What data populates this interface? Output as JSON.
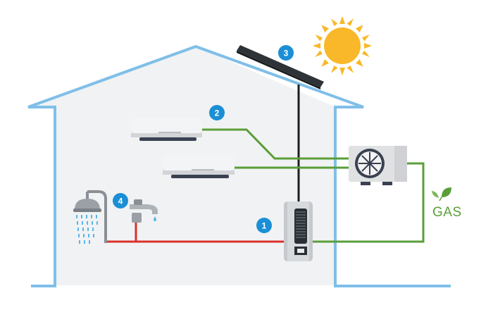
{
  "diagram": {
    "badges": [
      {
        "id": "water-heater",
        "number": "1"
      },
      {
        "id": "air-conditioner",
        "number": "2"
      },
      {
        "id": "solar-panel",
        "number": "3"
      },
      {
        "id": "shower-tap",
        "number": "4"
      }
    ],
    "gas_label": "GAS",
    "icons": [
      "sun-icon",
      "solar-panel-icon",
      "air-conditioner-icon",
      "heat-pump-icon",
      "water-heater-icon",
      "shower-icon",
      "faucet-icon",
      "leaf-icon"
    ],
    "colors": {
      "house_outline": "#7fbfe8",
      "house_fill": "#f1f2f3",
      "hot_water_line": "#d9322b",
      "gas_line": "#5a9e3a",
      "solar_line": "#1e1e1e",
      "badge": "#1a8fd6",
      "sun": "#f8b82a"
    }
  }
}
